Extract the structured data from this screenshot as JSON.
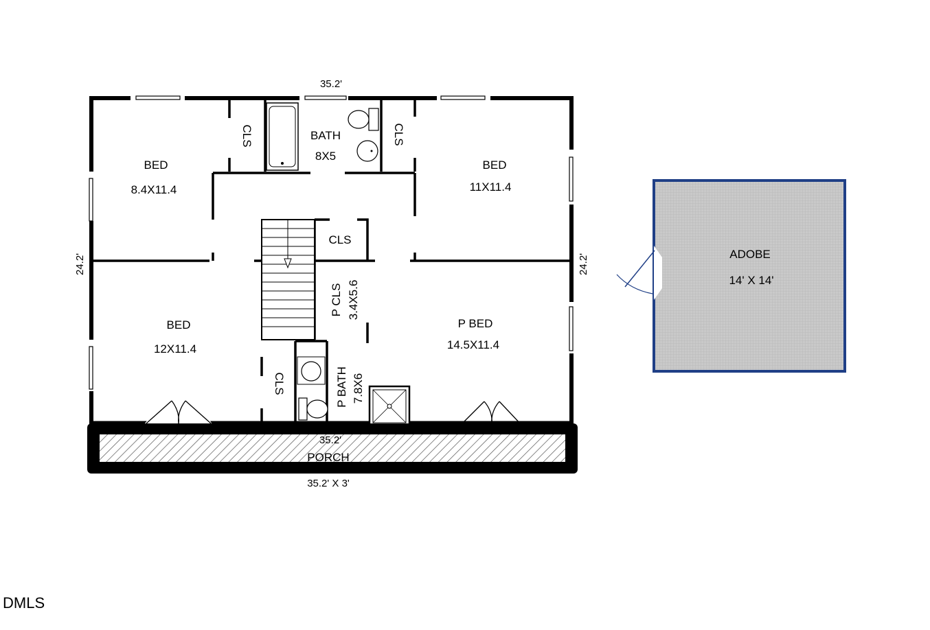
{
  "rooms": {
    "bed_nw": {
      "name": "BED",
      "size": "8.4X11.4"
    },
    "bath": {
      "name": "BATH",
      "size": "8X5"
    },
    "bed_ne": {
      "name": "BED",
      "size": "11X11.4"
    },
    "bed_sw": {
      "name": "BED",
      "size": "12X11.4"
    },
    "p_bed": {
      "name": "P BED",
      "size": "14.5X11.4"
    },
    "cls_nw": {
      "name": "CLS"
    },
    "cls_ne": {
      "name": "CLS"
    },
    "cls_hall": {
      "name": "CLS"
    },
    "p_cls": {
      "name": "P CLS",
      "size": "3.4X5.6"
    },
    "cls_s": {
      "name": "CLS"
    },
    "p_bath": {
      "name": "P BATH",
      "size": "7.8X6"
    },
    "porch": {
      "name": "PORCH"
    },
    "adobe": {
      "name": "ADOBE",
      "size": "14' X 14'"
    }
  },
  "dimensions": {
    "top": "35.2'",
    "left": "24.2'",
    "right": "24.2'",
    "bottom": "35.2'",
    "porch": "35.2' X 3'"
  },
  "watermark": "DMLS",
  "colors": {
    "adobe_fill": "#c8c8c8",
    "adobe_border": "#1f3f86",
    "walls": "#000000"
  }
}
